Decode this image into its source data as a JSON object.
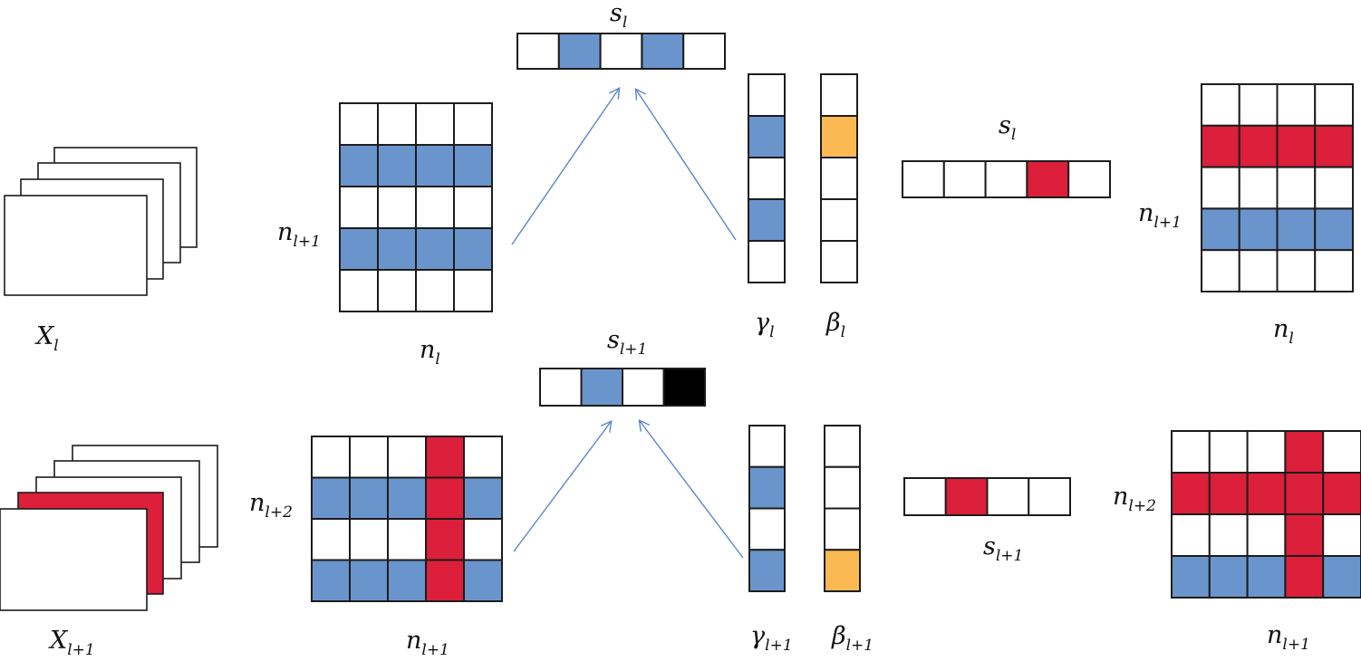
{
  "colors": {
    "empty": "#ffffff",
    "blue": "#6a95cc",
    "red": "#dc1f3a",
    "orange": "#fbb954",
    "black": "#000000",
    "grid": "#1c1c1c",
    "arrow": "#5b87c7"
  },
  "labels": {
    "x_l": {
      "base": "X",
      "sub": "l"
    },
    "n_l_top": {
      "base": "n",
      "sub": "l"
    },
    "n_l1_side": {
      "base": "n",
      "sub": "l+1"
    },
    "s_l_top": {
      "base": "s",
      "sub": "l"
    },
    "gamma_l": {
      "base": "γ",
      "sub": "l"
    },
    "beta_l": {
      "base": "β",
      "sub": "l"
    },
    "s_l_mid": {
      "base": "s",
      "sub": "l"
    },
    "n_l1_right_side": {
      "base": "n",
      "sub": "l+1"
    },
    "n_l_right": {
      "base": "n",
      "sub": "l"
    },
    "x_l1": {
      "base": "X",
      "sub": "l+1"
    },
    "n_l1_bot": {
      "base": "n",
      "sub": "l+1"
    },
    "n_l2_side": {
      "base": "n",
      "sub": "l+2"
    },
    "s_l1_top": {
      "base": "s",
      "sub": "l+1"
    },
    "gamma_l1": {
      "base": "γ",
      "sub": "l+1"
    },
    "beta_l1": {
      "base": "β",
      "sub": "l+1"
    },
    "s_l1_mid": {
      "base": "s",
      "sub": "l+1"
    },
    "n_l2_right_side": {
      "base": "n",
      "sub": "l+2"
    },
    "n_l1_right": {
      "base": "n",
      "sub": "l+1"
    }
  },
  "layer_l": {
    "feature_map_count": 4,
    "highlighted_feature_maps": [],
    "weight_matrix": [
      [
        "w",
        "w",
        "w",
        "w"
      ],
      [
        "b",
        "b",
        "b",
        "b"
      ],
      [
        "w",
        "w",
        "w",
        "w"
      ],
      [
        "b",
        "b",
        "b",
        "b"
      ],
      [
        "w",
        "w",
        "w",
        "w"
      ]
    ],
    "scale_vector_top": [
      "w",
      "b",
      "w",
      "b",
      "w"
    ],
    "gamma": [
      "w",
      "b",
      "w",
      "b",
      "w"
    ],
    "beta": [
      "w",
      "o",
      "w",
      "w",
      "w"
    ],
    "scale_vector_mid": [
      "w",
      "w",
      "w",
      "r",
      "w"
    ],
    "result_matrix": [
      [
        "w",
        "w",
        "w",
        "w"
      ],
      [
        "r",
        "r",
        "r",
        "r"
      ],
      [
        "w",
        "w",
        "w",
        "w"
      ],
      [
        "b",
        "b",
        "b",
        "b"
      ],
      [
        "w",
        "w",
        "w",
        "w"
      ]
    ]
  },
  "layer_l1": {
    "feature_map_count": 5,
    "highlighted_feature_maps": [
      1
    ],
    "weight_matrix": [
      [
        "w",
        "w",
        "w",
        "r",
        "w"
      ],
      [
        "b",
        "b",
        "b",
        "r",
        "b"
      ],
      [
        "w",
        "w",
        "w",
        "r",
        "w"
      ],
      [
        "b",
        "b",
        "b",
        "r",
        "b"
      ]
    ],
    "scale_vector_top": [
      "w",
      "b",
      "w",
      "k"
    ],
    "gamma": [
      "w",
      "b",
      "w",
      "b"
    ],
    "beta": [
      "w",
      "w",
      "w",
      "o"
    ],
    "scale_vector_mid": [
      "w",
      "r",
      "w",
      "w"
    ],
    "result_matrix": [
      [
        "w",
        "w",
        "w",
        "r",
        "w"
      ],
      [
        "r",
        "r",
        "r",
        "r",
        "r"
      ],
      [
        "w",
        "w",
        "w",
        "r",
        "w"
      ],
      [
        "b",
        "b",
        "b",
        "r",
        "b"
      ]
    ]
  }
}
